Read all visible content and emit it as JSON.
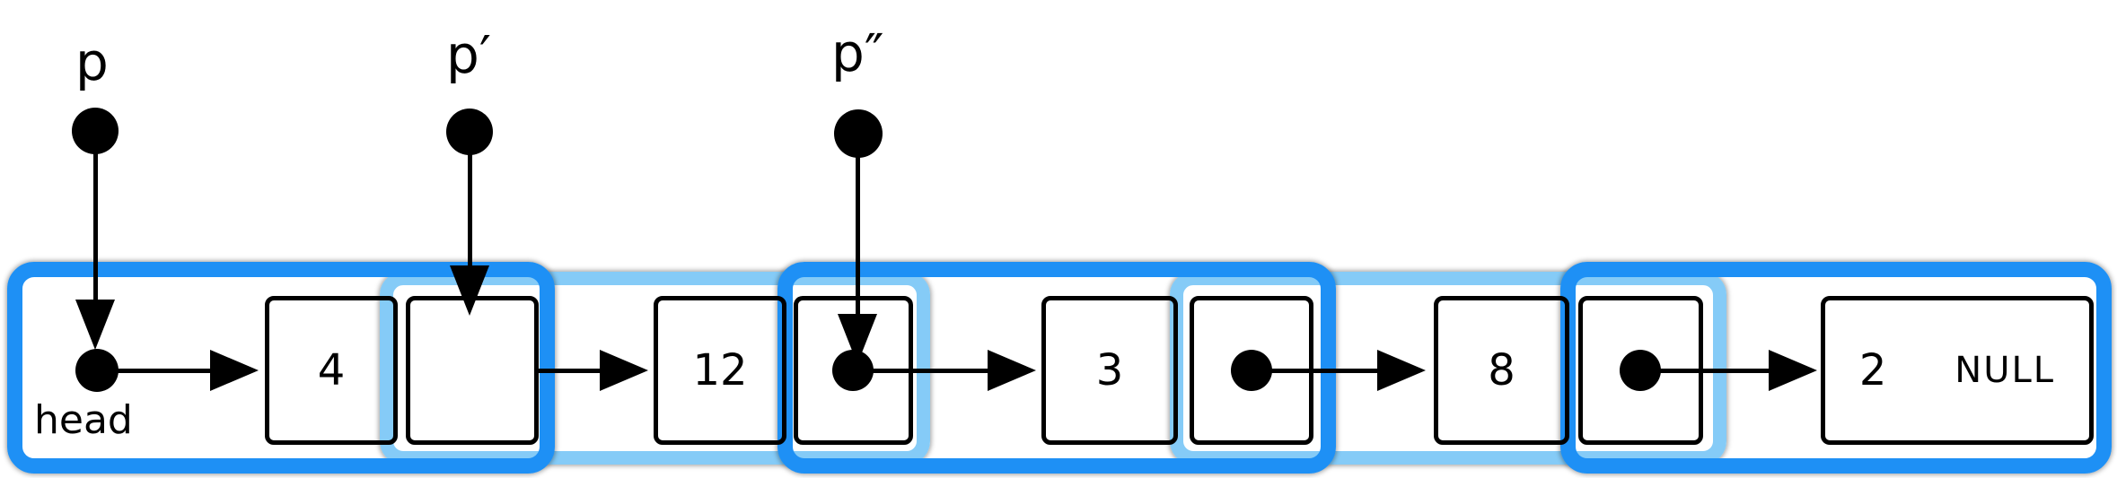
{
  "title": "singly linked list with traversal pointers",
  "pointers": {
    "p": {
      "label": "p"
    },
    "p1": {
      "label": "p′"
    },
    "p2": {
      "label": "p″"
    }
  },
  "head_label": "head",
  "list": {
    "null_label": "NULL",
    "nodes": [
      {
        "value": "4"
      },
      {
        "value": "12"
      },
      {
        "value": "3"
      },
      {
        "value": "8"
      },
      {
        "value": "2"
      }
    ]
  },
  "colors": {
    "highlight_dark": "#1e90f5",
    "highlight_light": "#85cbf7",
    "stroke": "#000000"
  }
}
